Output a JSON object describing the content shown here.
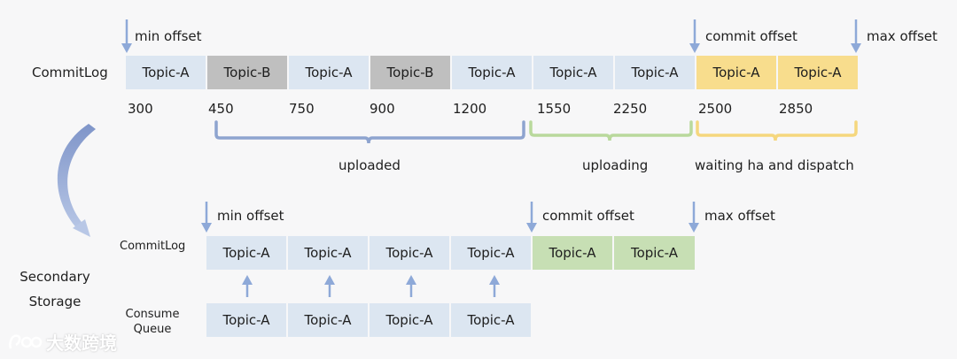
{
  "top": {
    "commitlog_label": "CommitLog",
    "cells": [
      {
        "label": "Topic-A",
        "color": "#dce6f1"
      },
      {
        "label": "Topic-B",
        "color": "#bfbfbf"
      },
      {
        "label": "Topic-A",
        "color": "#dce6f1"
      },
      {
        "label": "Topic-B",
        "color": "#bfbfbf"
      },
      {
        "label": "Topic-A",
        "color": "#dce6f1"
      },
      {
        "label": "Topic-A",
        "color": "#dce6f1"
      },
      {
        "label": "Topic-A",
        "color": "#dce6f1"
      },
      {
        "label": "Topic-A",
        "color": "#f8dd8d"
      },
      {
        "label": "Topic-A",
        "color": "#f8dd8d"
      }
    ],
    "offsets": [
      "300",
      "450",
      "750",
      "900",
      "1200",
      "1550",
      "2250",
      "2500",
      "2850"
    ],
    "pointers": {
      "min": "min offset",
      "commit": "commit offset",
      "max": "max offset"
    },
    "brackets": {
      "uploaded": "uploaded",
      "uploading": "uploading",
      "waiting": "waiting ha and dispatch"
    }
  },
  "secondary": {
    "label_line1": "Secondary",
    "label_line2": "Storage",
    "commitlog_label": "CommitLog",
    "consume_label_line1": "Consume",
    "consume_label_line2": "Queue",
    "commitlog_cells": [
      {
        "label": "Topic-A",
        "color": "#dce6f1"
      },
      {
        "label": "Topic-A",
        "color": "#dce6f1"
      },
      {
        "label": "Topic-A",
        "color": "#dce6f1"
      },
      {
        "label": "Topic-A",
        "color": "#dce6f1"
      },
      {
        "label": "Topic-A",
        "color": "#c7dfb4"
      },
      {
        "label": "Topic-A",
        "color": "#c7dfb4"
      }
    ],
    "queue_cells": [
      {
        "label": "Topic-A"
      },
      {
        "label": "Topic-A"
      },
      {
        "label": "Topic-A"
      },
      {
        "label": "Topic-A"
      }
    ],
    "pointers": {
      "min": "min offset",
      "commit": "commit offset",
      "max": "max offset"
    }
  },
  "watermark": "大数跨境",
  "colors": {
    "arrow": "#8ea9d8",
    "bracket_uploaded": "#8ea4cf",
    "bracket_uploading": "#b9d99c",
    "bracket_waiting": "#f5d77e"
  }
}
